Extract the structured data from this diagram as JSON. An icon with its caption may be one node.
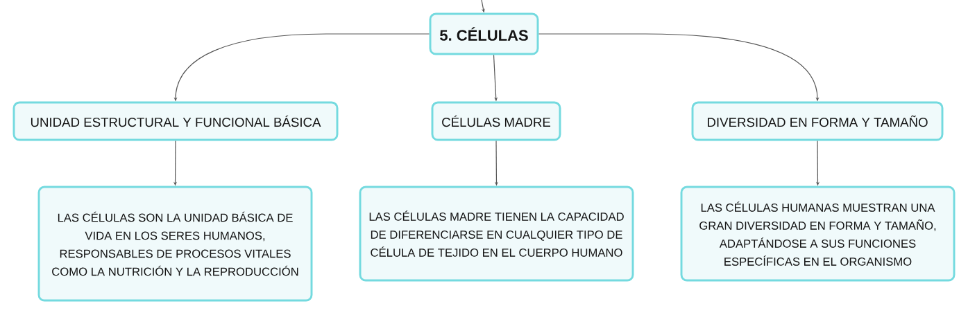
{
  "diagram": {
    "nodes": [
      {
        "text": [
          "5. CÉLULAS"
        ]
      },
      {
        "text": [
          "UNIDAD ESTRUCTURAL Y FUNCIONAL BÁSICA"
        ]
      },
      {
        "text": [
          "CÉLULAS MADRE"
        ]
      },
      {
        "text": [
          "DIVERSIDAD EN FORMA Y TAMAÑO"
        ]
      },
      {
        "text": [
          "LAS CÉLULAS SON LA UNIDAD BÁSICA DE VIDA EN LOS SERES HUMANOS, RESPONSABLES DE PROCESOS VITALES COMO LA NUTRICIÓN Y LA REPRODUCCIÓN"
        ]
      },
      {
        "text": [
          "LAS CÉLULAS MADRE TIENEN LA CAPACIDAD DE DIFERENCIARSE EN CUALQUIER TIPO DE CÉLULA DE TEJIDO EN EL CUERPO HUMANO"
        ]
      },
      {
        "text": [
          "LAS CÉLULAS HUMANAS MUESTRAN UNA GRAN DIVERSIDAD EN FORMA Y TAMAÑO, ADAPTÁNDOSE A SUS FUNCIONES ESPECÍFICAS EN EL ORGANISMO"
        ]
      }
    ],
    "edges": [
      {
        "from": null,
        "to": 0,
        "arrow": "to"
      },
      {
        "from": 0,
        "to": 1,
        "arrow": "to"
      },
      {
        "from": 0,
        "to": 2,
        "arrow": "to"
      },
      {
        "from": 0,
        "to": 3,
        "arrow": "to"
      },
      {
        "from": 1,
        "to": 4,
        "arrow": "to"
      },
      {
        "from": 2,
        "to": 5,
        "arrow": "to"
      },
      {
        "from": 3,
        "to": 6,
        "arrow": "to"
      }
    ]
  }
}
